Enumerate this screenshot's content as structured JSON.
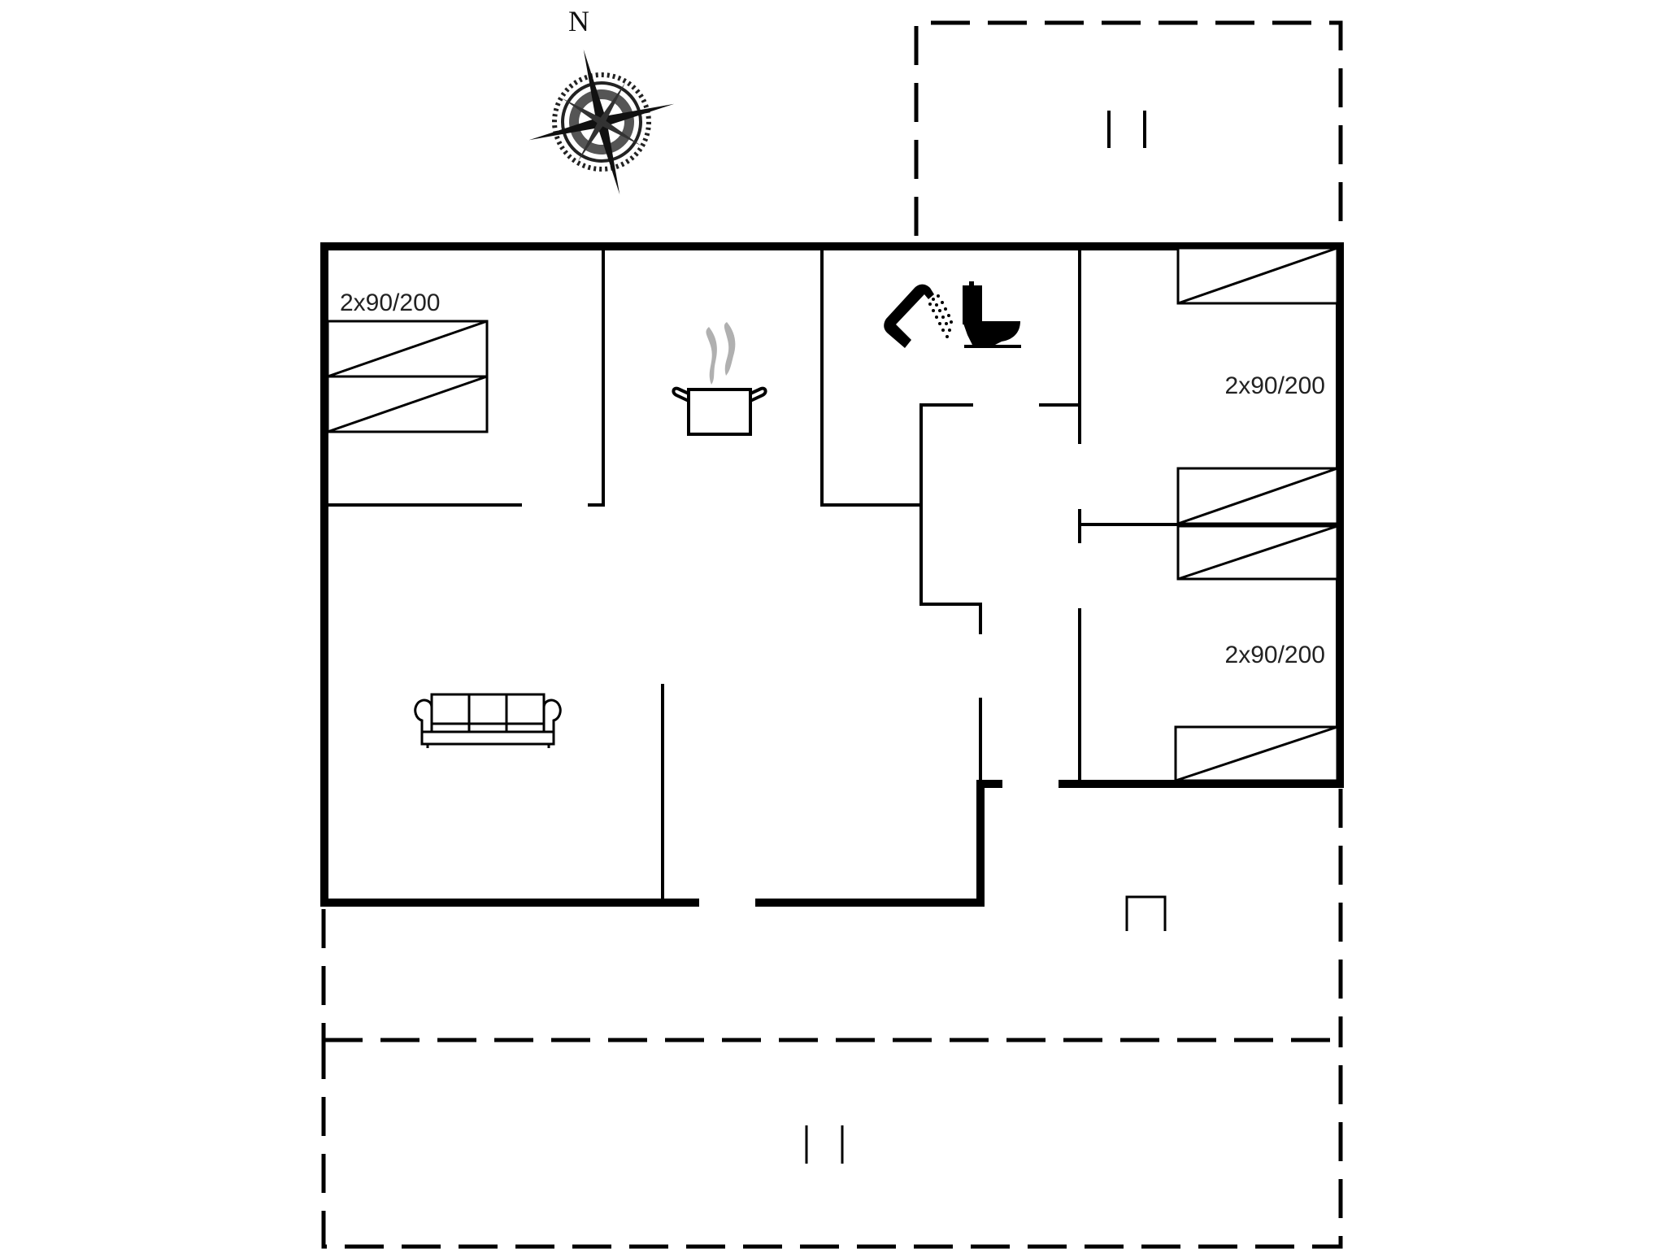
{
  "plan": {
    "compass": {
      "north_label": "N"
    },
    "rooms": {
      "bedroom_1": {
        "bed_label": "2x90/200"
      },
      "bedroom_2": {
        "bed_label": "2x90/200"
      },
      "bedroom_3": {
        "bed_label": "2x90/200"
      },
      "kitchen": {
        "icon": "cooking-pot-icon"
      },
      "bathroom": {
        "icons": [
          "shower-icon",
          "toilet-icon"
        ]
      },
      "living_room": {
        "icon": "sofa-icon"
      }
    },
    "outdoor": {
      "top_terrace": {
        "icon": "terrace-marker"
      },
      "bottom_terrace": {
        "icon": "terrace-marker"
      },
      "covered_area": {
        "icon": "door-symbol"
      }
    },
    "colors": {
      "walls": "#000000",
      "steam": "#b0b0b0",
      "background": "#ffffff"
    }
  }
}
